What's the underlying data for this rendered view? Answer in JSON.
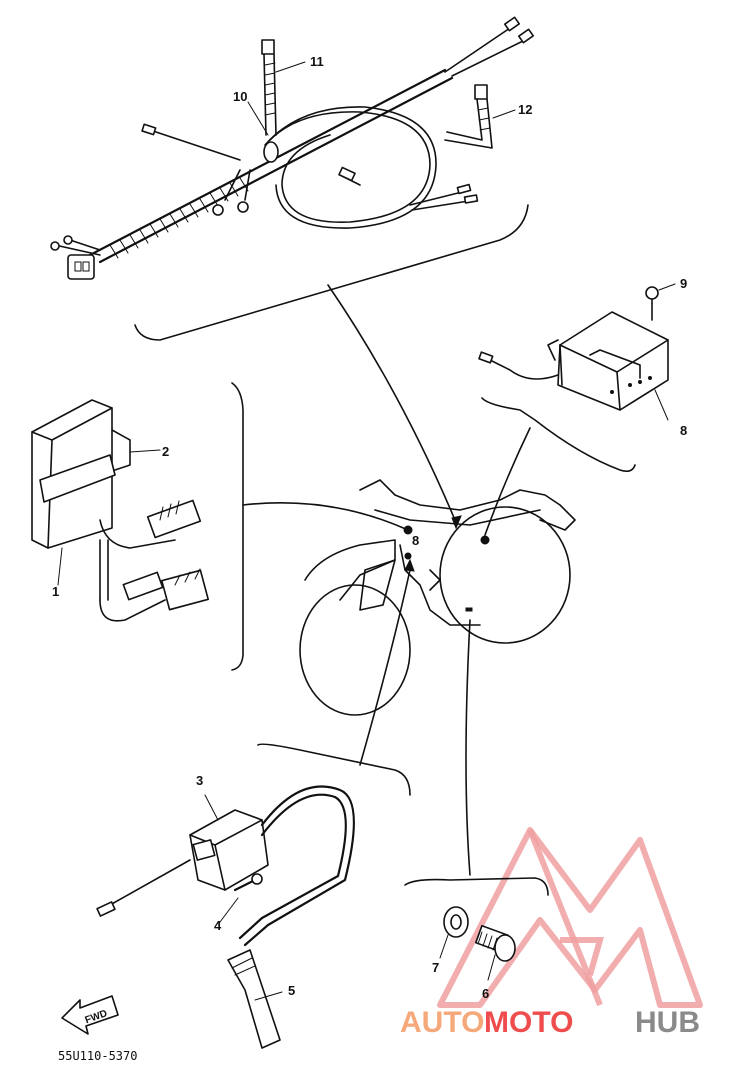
{
  "parts": {
    "p1": "1",
    "p2": "2",
    "p3": "3",
    "p4": "4",
    "p5": "5",
    "p6": "6",
    "p7": "7",
    "p8": "8",
    "p8b": "8",
    "p9": "9",
    "p10": "10",
    "p11": "11",
    "p12": "12"
  },
  "fwd_label": "FWD",
  "diagram_code": "55U110-5370",
  "watermark": {
    "part1": "AUTO",
    "part2": "MOTO",
    "part3": "HUB"
  },
  "colors": {
    "line": "#111111",
    "watermark_orange": "#f5a97a",
    "watermark_red": "#ef4d4d",
    "watermark_gray": "#8a8a8a"
  }
}
